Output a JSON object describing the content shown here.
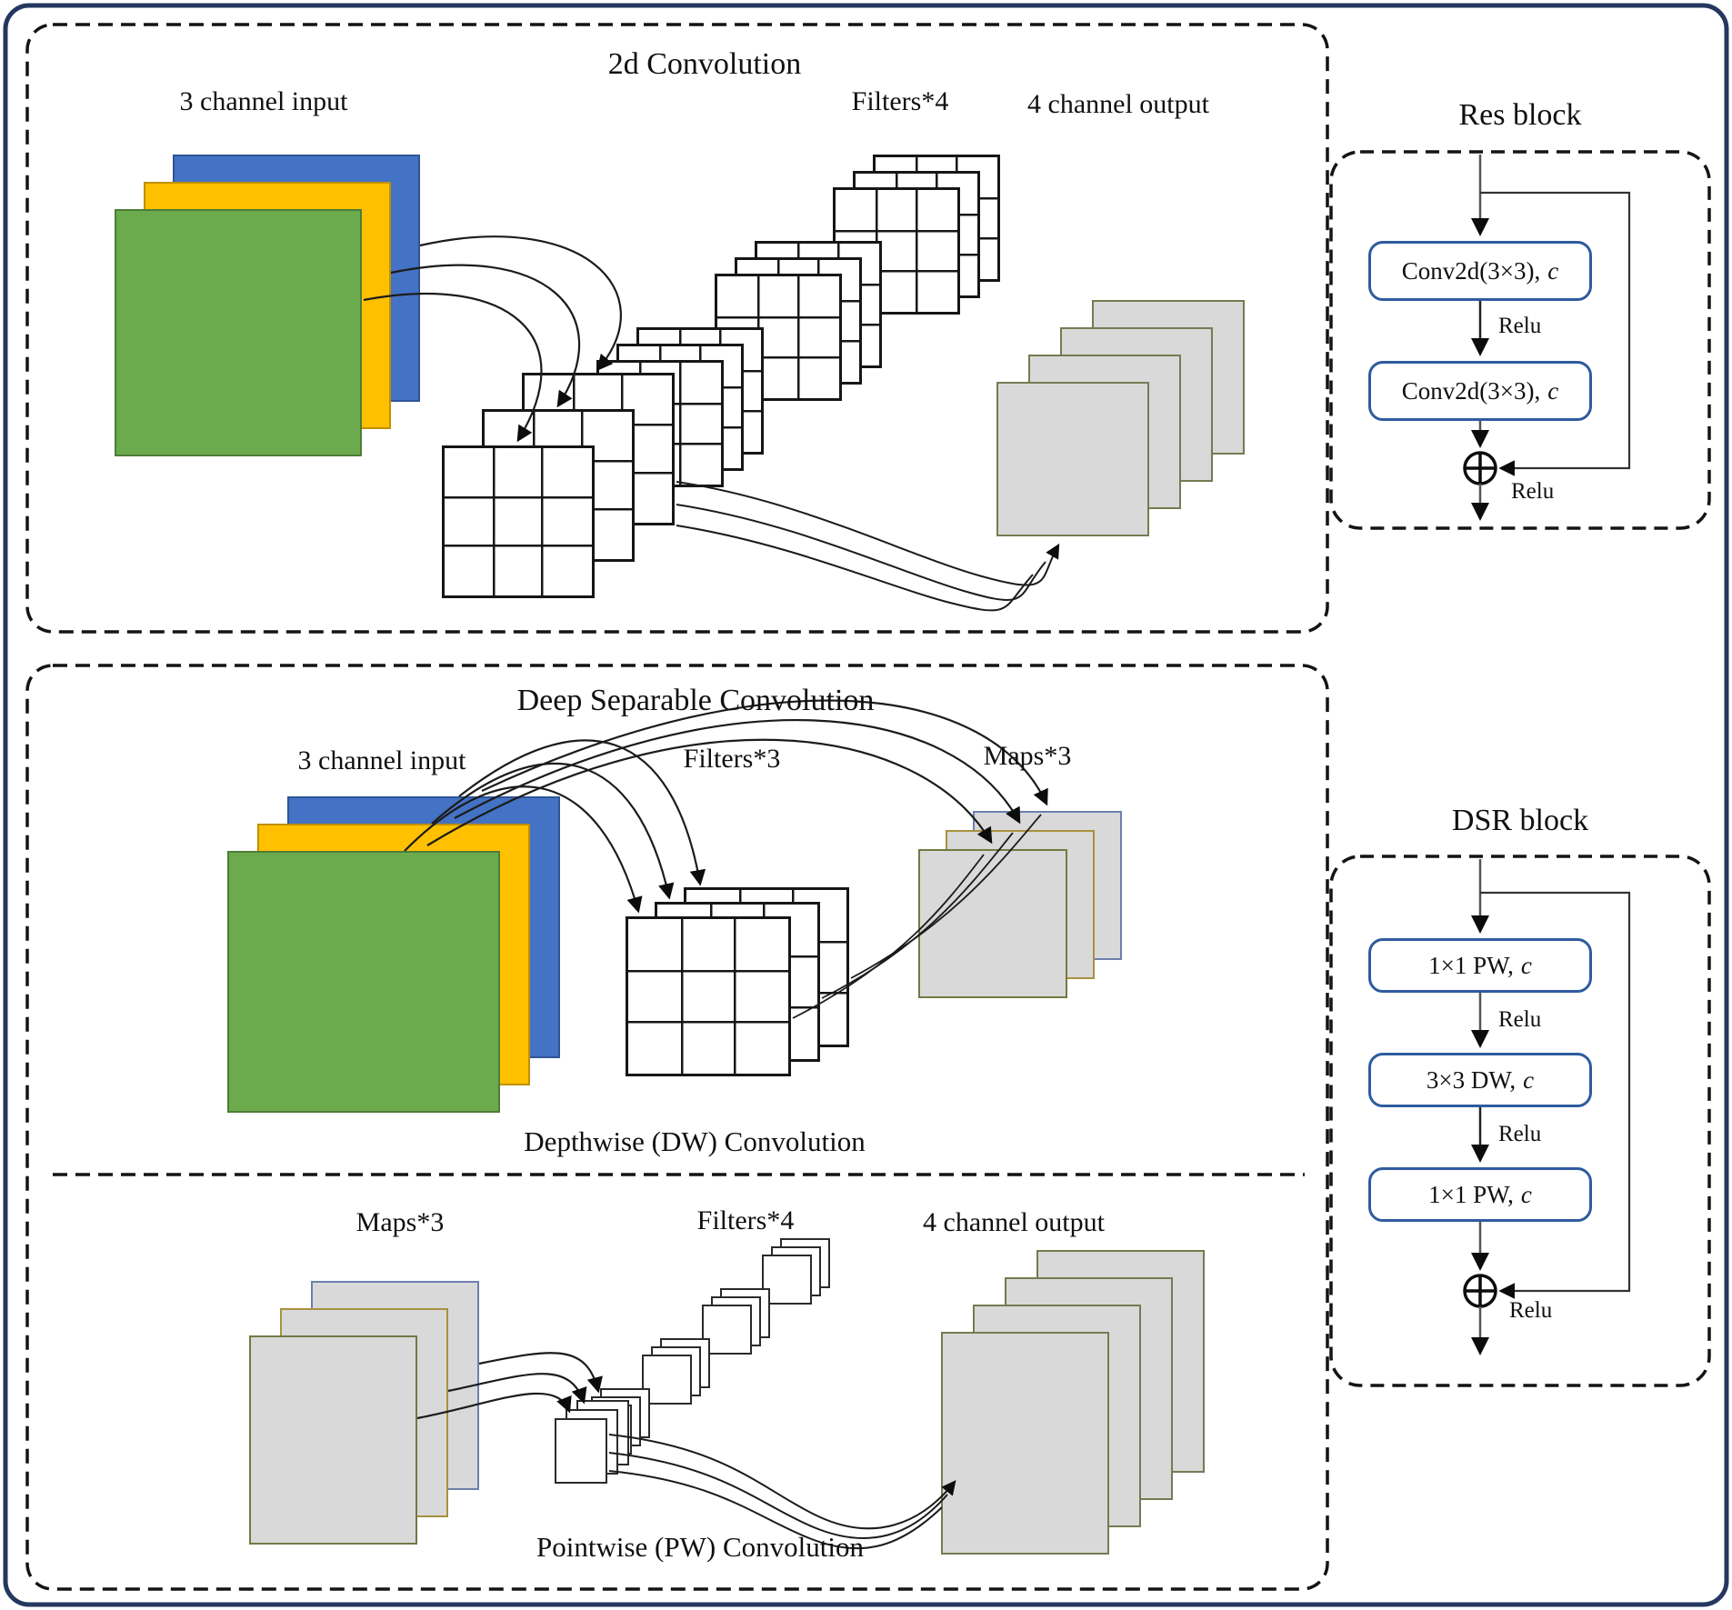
{
  "colors": {
    "outer_border_navy": "#24375F",
    "dashed_border_black": "#141414",
    "input_green": "#6BAA4D",
    "input_yellow": "#FFC000",
    "input_blue": "#4472C4",
    "map_gray": "#D9D9D9",
    "map_border_blue": "#6E7FAE",
    "map_border_yellow": "#A8913F",
    "map_border_green": "#6F7B42",
    "output_border_olive": "#737C50",
    "flowbox_border_blue": "#2E5B9F"
  },
  "conv2d_panel": {
    "title": "2d Convolution",
    "input_label": "3 channel input",
    "filters_label": "Filters*4",
    "output_label": "4 channel output"
  },
  "res_block": {
    "title": "Res block",
    "conv1": {
      "text": "Conv2d(3×3),",
      "var": "c"
    },
    "relu_mid": "Relu",
    "conv2": {
      "text": "Conv2d(3×3),",
      "var": "c"
    },
    "relu_out": "Relu"
  },
  "separable_panel": {
    "title": "Deep Separable Convolution",
    "depthwise": {
      "input_label": "3 channel input",
      "filters_label": "Filters*3",
      "maps_label": "Maps*3",
      "caption": "Depthwise (DW) Convolution"
    },
    "pointwise": {
      "maps_label": "Maps*3",
      "filters_label": "Filters*4",
      "output_label": "4 channel output",
      "caption": "Pointwise (PW) Convolution"
    }
  },
  "dsr_block": {
    "title": "DSR block",
    "pw1": {
      "text": "1×1 PW,",
      "var": "c"
    },
    "relu1": "Relu",
    "dw": {
      "text": "3×3 DW,",
      "var": "c"
    },
    "relu2": "Relu",
    "pw2": {
      "text": "1×1 PW,",
      "var": "c"
    },
    "relu_out": "Relu"
  }
}
